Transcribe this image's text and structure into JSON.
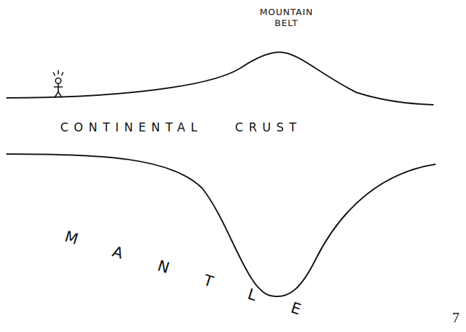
{
  "diagram": {
    "labels": [
      "MOUNTAIN BELT",
      "CONTINENTAL CRUST",
      "MANTLE",
      "7"
    ]
  }
}
